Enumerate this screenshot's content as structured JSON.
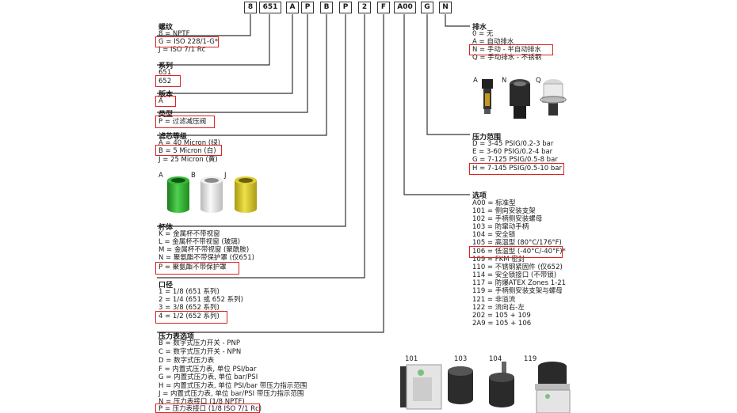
{
  "model_codes": [
    "8",
    "651",
    "A",
    "P",
    "B",
    "P",
    "2",
    "F",
    "A00",
    "G",
    "N"
  ],
  "thread": {
    "heading": "螺纹",
    "options": [
      "8 = NPTF",
      "G = ISO 228/1-G*",
      "J = ISO 7/1 Rc"
    ]
  },
  "series": {
    "heading": "系列",
    "options": [
      "651",
      "652"
    ]
  },
  "version": {
    "heading": "版本",
    "options": [
      "A"
    ]
  },
  "type": {
    "heading": "类型",
    "options": [
      "P = 过滤减压阀"
    ]
  },
  "element": {
    "heading": "滤芯等级",
    "options": [
      "A = 40 Micron (绿)",
      "B = 5 Micron (白)",
      "J = 25 Micron (黄)"
    ],
    "image_labels": [
      "A",
      "B",
      "J"
    ],
    "colors": [
      "#2eaa2e",
      "#e3e3e3",
      "#d2c32a"
    ]
  },
  "bowl": {
    "heading": "杯体",
    "options": [
      "K = 金属杯不带视窗",
      "L = 金属杯不带视窗 (玻璃)",
      "M = 金属杯不带视窗 (聚酰胺)",
      "N = 聚氨酯不带保护罩 (仅651)",
      "P = 聚氨酯不带保护罩"
    ]
  },
  "port": {
    "heading": "口径",
    "options": [
      "1 = 1/8 (651 系列)",
      "2 = 1/4 (651 或 652 系列)",
      "3 = 3/8 (652 系列)",
      "4 = 1/2 (652 系列)"
    ]
  },
  "gauge": {
    "heading": "压力表选项",
    "options": [
      "B = 数字式压力开关 - PNP",
      "C = 数字式压力开关 - NPN",
      "D = 数字式压力表",
      "F = 内置式压力表, 单位 PSI/bar",
      "G = 内置式压力表, 单位 bar/PSI",
      "H = 内置式压力表, 单位 PSI/bar 带压力指示范围",
      "J = 内置式压力表, 单位 bar/PSI 带压力指示范围",
      "N = 压力表接口 (1/8 NPTF)",
      "P = 压力表接口 (1/8 ISO 7/1 Rc)"
    ]
  },
  "drain": {
    "heading": "排水",
    "options": [
      "0 = 无",
      "A = 自动排水",
      "N = 手动 - 半自动排水",
      "Q = 手动排水 - 不锈钢"
    ],
    "image_labels": [
      "A",
      "N",
      "Q"
    ]
  },
  "pressure": {
    "heading": "压力范围",
    "options": [
      "D = 3-45 PSIG/0.2-3 bar",
      "E = 3-60 PSIG/0.2-4 bar",
      "G = 7-125 PSIG/0.5-8 bar",
      "H = 7-145 PSIG/0.5-10 bar"
    ]
  },
  "options": {
    "heading": "选项",
    "items": [
      "A00 = 标准型",
      "101 = 侧向安装支架",
      "102 = 手柄侧安装螺母",
      "103 = 防窜动手柄",
      "104 = 安全锁",
      "105 = 高温型 (80°C/176°F)",
      "106 = 低温型 (-40°C/-40°F)*",
      "109 = FKM 密封",
      "110 = 不锈钢紧固件 (仅652)",
      "114 = 安全锁接口 (不带锁)",
      "117 = 防爆ATEX Zones 1-21",
      "119 = 手柄侧安装支架与螺母",
      "121 = 非溢流",
      "122 = 流向右-左",
      "202 = 105 + 109",
      "2A9 = 105 + 106"
    ],
    "image_labels": [
      "101",
      "103",
      "104",
      "119"
    ]
  },
  "highlight_color": "#dd2222"
}
